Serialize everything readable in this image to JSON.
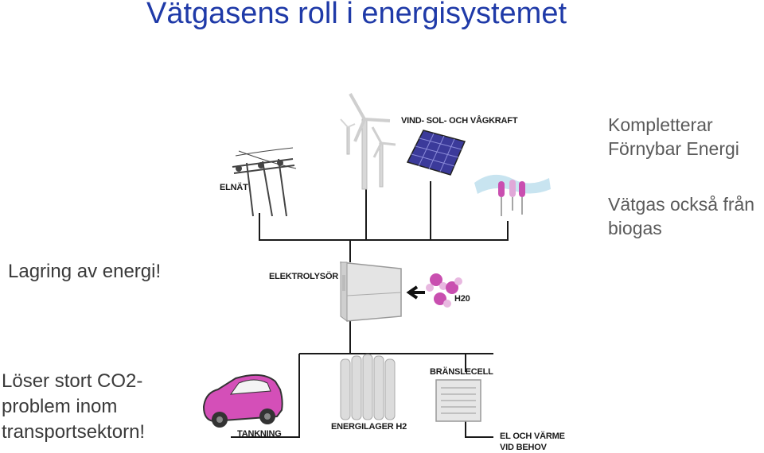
{
  "title": "Vätgasens roll i energisystemet",
  "notes": {
    "renewable": [
      "Kompletterar",
      "Förnybar Energi"
    ],
    "biogas": [
      "Vätgas också från",
      "biogas"
    ],
    "storage": "Lagring av energi!",
    "co2": [
      "Löser stort CO2-",
      "problem inom",
      "transportsektorn!"
    ]
  },
  "labels": {
    "wind_solar_wave": "VIND- SOL- OCH VÅGKRAFT",
    "grid": "ELNÄT",
    "electrolyser": "ELEKTROLYSÖR",
    "h2o": "H20",
    "fuel_cell": "BRÄNSLECELL",
    "refuelling": "TANKNING",
    "storage": "ENERGILAGER H2",
    "heat_power": [
      "EL OCH VÄRME",
      "VID BEHOV"
    ]
  },
  "colors": {
    "title": "#1f3aa8",
    "accent_pink": "#c94fb0",
    "solar_blue": "#3b3a9a",
    "line": "#1a1a1a"
  }
}
